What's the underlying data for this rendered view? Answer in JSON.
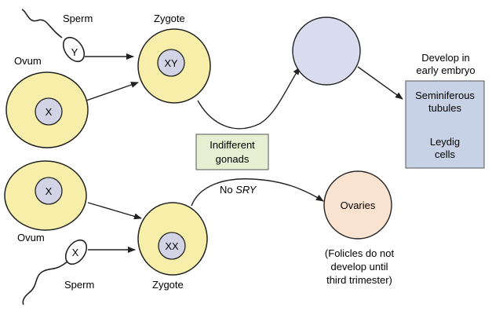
{
  "labels": {
    "sperm_top": "Sperm",
    "sperm_top_chromosome": "Y",
    "ovum_top": "Ovum",
    "ovum_top_chromosome": "X",
    "zygote_top": "Zygote",
    "zygote_top_chromosome": "XY",
    "indifferent_gonads_line1": "Indifferent",
    "indifferent_gonads_line2": "gonads",
    "develop_line1": "Develop in",
    "develop_line2": "early embryo",
    "testis_item1_line1": "Seminiferous",
    "testis_item1_line2": "tubules",
    "testis_item2_line1": "Leydig",
    "testis_item2_line2": "cells",
    "no_prefix": "No ",
    "no_gene": "SRY",
    "ovaries": "Ovaries",
    "ovum_bottom": "Ovum",
    "ovum_bottom_chromosome": "X",
    "sperm_bottom": "Sperm",
    "sperm_bottom_chromosome": "X",
    "zygote_bottom": "Zygote",
    "zygote_bottom_chromosome": "XX",
    "note_line1": "(Folicles do not",
    "note_line2": "develop until",
    "note_line3": "third trimester)"
  },
  "colors": {
    "cell_fill": "#f7efa9",
    "nucleus_fill": "#d3d3e6",
    "gonad_fill": "#d9dcef",
    "ovaries_fill": "#fbe3d2",
    "box_green_fill": "#e6efd2",
    "box_blue_fill": "#c8d2e6",
    "stroke": "#222222"
  }
}
